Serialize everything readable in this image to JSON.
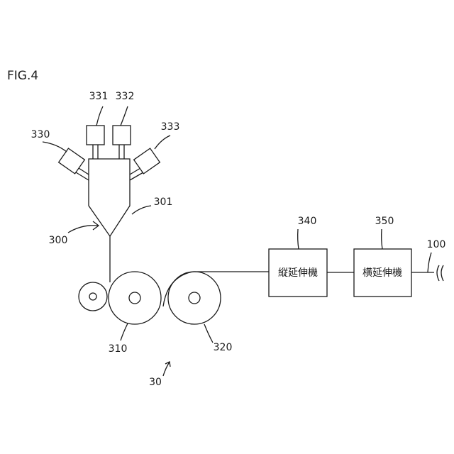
{
  "figure": {
    "title": "FIG.4"
  },
  "labels": {
    "system": "30",
    "die_assembly": "300",
    "die_body": "301",
    "feeder_left": "330",
    "feeder_a": "331",
    "feeder_b": "332",
    "feeder_right": "333",
    "cast_roll": "310",
    "cooling_roll": "320",
    "longitudinal_stretcher": "340",
    "transverse_stretcher": "350",
    "film": "100"
  },
  "boxes": {
    "longitudinal_stretcher_text": "縦延伸機",
    "transverse_stretcher_text": "横延伸機"
  }
}
